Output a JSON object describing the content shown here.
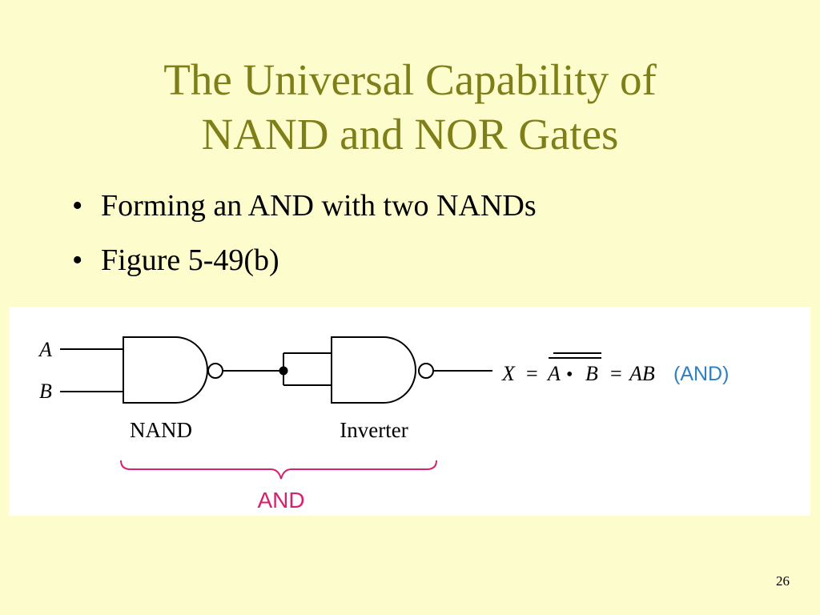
{
  "slide": {
    "title_line1": "The Universal Capability of",
    "title_line2": "NAND and NOR Gates",
    "bullet_marker": "•",
    "bullets": [
      "Forming an AND with two NANDs",
      "Figure 5-49(b)"
    ],
    "page_number": "26"
  },
  "diagram": {
    "input_a": "A",
    "input_b": "B",
    "gate1_label": "NAND",
    "gate2_label": "Inverter",
    "group_label": "AND",
    "eq_x": "X",
    "eq_eq1": "=",
    "eq_a": "A",
    "eq_dot": "•",
    "eq_b": "B",
    "eq_eq2": "=",
    "eq_ab": "AB",
    "eq_note": "(AND)",
    "colors": {
      "background": "#fdfccc",
      "title": "#7f7f1a",
      "brace": "#d6226e",
      "note": "#2f7fc1"
    }
  }
}
